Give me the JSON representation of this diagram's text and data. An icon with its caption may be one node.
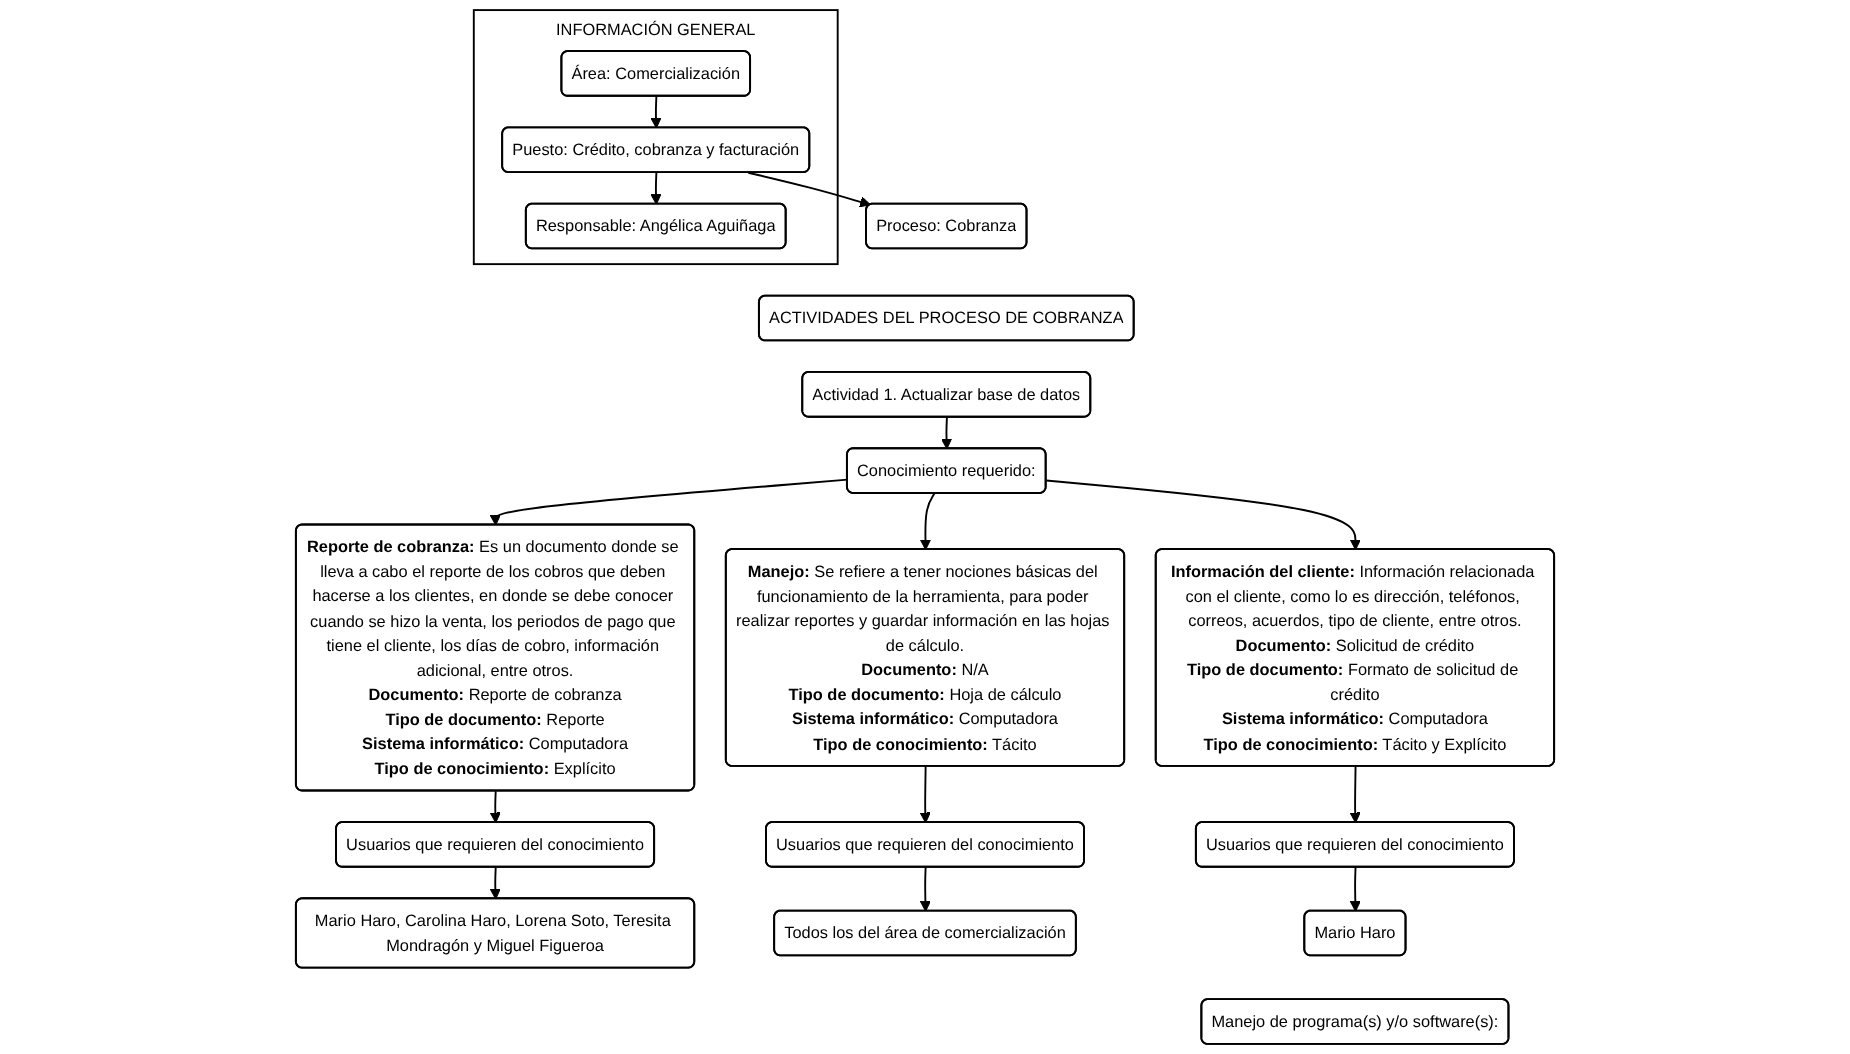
{
  "diagram": {
    "nodes": [
      {
        "text": [
          "INFORMACIÓN GENERAL"
        ]
      },
      {
        "text": [
          "Área: Comercialización"
        ],
        "in": 0
      },
      {
        "text": [
          "Puesto: Crédito, cobranza y facturación"
        ],
        "in": 0
      },
      {
        "text": [
          "Responsable: Angélica Aguiñaga"
        ],
        "in": 0
      },
      {
        "text": [
          "Proceso: Cobranza"
        ]
      },
      {
        "text": [
          "ACTIVIDADES DEL PROCESO DE COBRANZA"
        ]
      },
      {
        "text": [
          "Actividad 1. Actualizar base de datos"
        ]
      },
      {
        "text": [
          "Conocimiento requerido:"
        ]
      },
      {
        "text": [
          "**Reporte de cobranza:** Es un documento donde se lleva a cabo el reporte de los cobros que deben hacerse a los clientes, en donde se debe conocer cuando se hizo la venta, los periodos de pago que tiene el cliente, los días de cobro, información adicional, entre otros.",
          "**Documento:** Reporte de cobranza",
          "**Tipo de documento:** Reporte",
          "**Sistema informático:** Computadora",
          "**Tipo de conocimiento:** Explícito"
        ]
      },
      {
        "text": [
          "**Manejo:** Se refiere a tener nociones básicas del funcionamiento de la herramienta, para poder realizar reportes y guardar información en las hojas de cálculo.",
          "**Documento:** N/A",
          "**Tipo de documento:** Hoja de cálculo",
          "**Sistema informático:** Computadora",
          "**Tipo de conocimiento:** Tácito"
        ]
      },
      {
        "text": [
          "**Información del cliente:** Información relacionada con el cliente, como lo es dirección, teléfonos, correos, acuerdos, tipo de cliente, entre otros.",
          "**Documento:** Solicitud de crédito",
          "**Tipo de documento:** Formato de solicitud de crédito",
          "**Sistema informático:** Computadora",
          "**Tipo de conocimiento:** Tácito y Explícito"
        ]
      },
      {
        "text": [
          "Usuarios que requieren del conocimiento"
        ]
      },
      {
        "text": [
          "Mario Haro, Carolina Haro, Lorena Soto, Teresita Mondragón y Miguel Figueroa"
        ]
      },
      {
        "text": [
          "Usuarios que requieren del conocimiento"
        ]
      },
      {
        "text": [
          "Todos los del área de comercialización"
        ]
      },
      {
        "text": [
          "Usuarios que requieren del conocimiento"
        ]
      },
      {
        "text": [
          "Mario Haro"
        ]
      },
      {
        "text": [
          "Manejo de programa(s) y/o software(s):"
        ]
      }
    ],
    "edges": [
      {
        "from": 1,
        "to": 2,
        "arrow": "to"
      },
      {
        "from": 2,
        "to": 3,
        "arrow": "to"
      },
      {
        "from": 2,
        "to": 4,
        "arrow": "to"
      },
      {
        "from": 6,
        "to": 7,
        "arrow": "to"
      },
      {
        "from": 7,
        "to": 8,
        "arrow": "to"
      },
      {
        "from": 7,
        "to": 9,
        "arrow": "to"
      },
      {
        "from": 7,
        "to": 10,
        "arrow": "to"
      },
      {
        "from": 8,
        "to": 11,
        "arrow": "to"
      },
      {
        "from": 11,
        "to": 12,
        "arrow": "to"
      },
      {
        "from": 9,
        "to": 13,
        "arrow": "to"
      },
      {
        "from": 13,
        "to": 14,
        "arrow": "to"
      },
      {
        "from": 10,
        "to": 15,
        "arrow": "to"
      },
      {
        "from": 15,
        "to": 16,
        "arrow": "to"
      }
    ]
  }
}
